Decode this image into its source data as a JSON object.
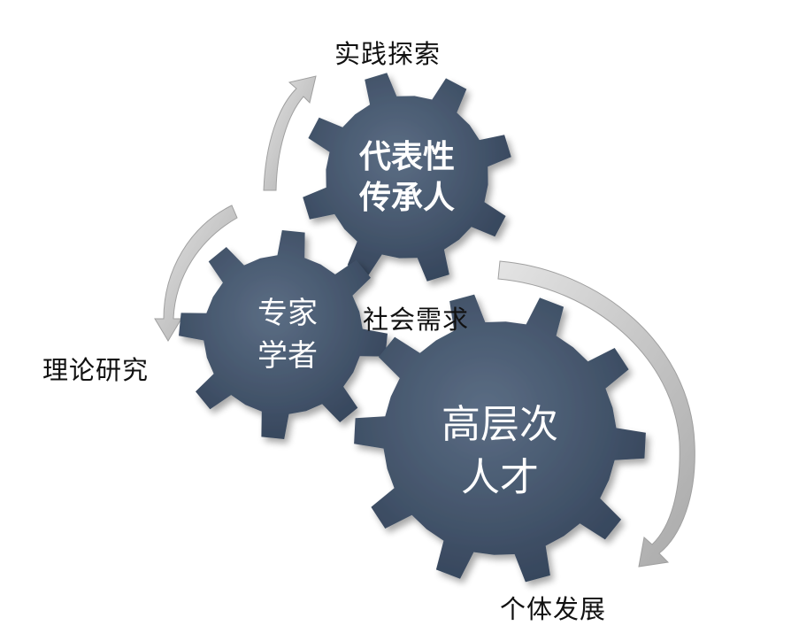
{
  "colors": {
    "gear_fill": "#485a70",
    "gear_shade": "#34445a",
    "arrow_fill": "#c9c9c9",
    "arrow_shade": "#9d9d9d",
    "label_text": "#111111",
    "gear_text": "#ffffff"
  },
  "gears": {
    "top": {
      "line1": "代表性",
      "line2": "传承人"
    },
    "left": {
      "line1": "专家",
      "line2": "学者"
    },
    "big": {
      "line1": "高层次",
      "line2": "人才"
    }
  },
  "labels": {
    "practice": "实践探索",
    "theory": "理论研究",
    "society": "社会需求",
    "individual": "个体发展"
  }
}
